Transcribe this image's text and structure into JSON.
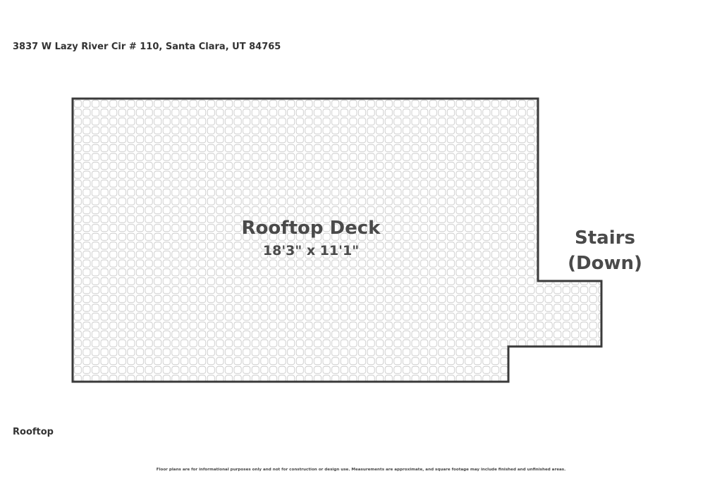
{
  "header": {
    "address": "3837 W Lazy River Cir # 110, Santa Clara, UT 84765"
  },
  "plan": {
    "rooms": [
      {
        "name": "Rooftop Deck",
        "dimensions": "18'3\" x 11'1\""
      }
    ],
    "stairs": {
      "line1": "Stairs",
      "line2": "(Down)"
    },
    "floor_name": "Rooftop"
  },
  "footer": {
    "disclaimer": "Floor plans are for informational purposes only and not for construction or design use. Measurements are approximate, and square footage may include finished and unfinished areas."
  },
  "colors": {
    "wall": "#3a3a3a",
    "tile_stroke": "#c9c9c9",
    "tile_fill": "#ffffff",
    "text": "#4a4a4a"
  }
}
